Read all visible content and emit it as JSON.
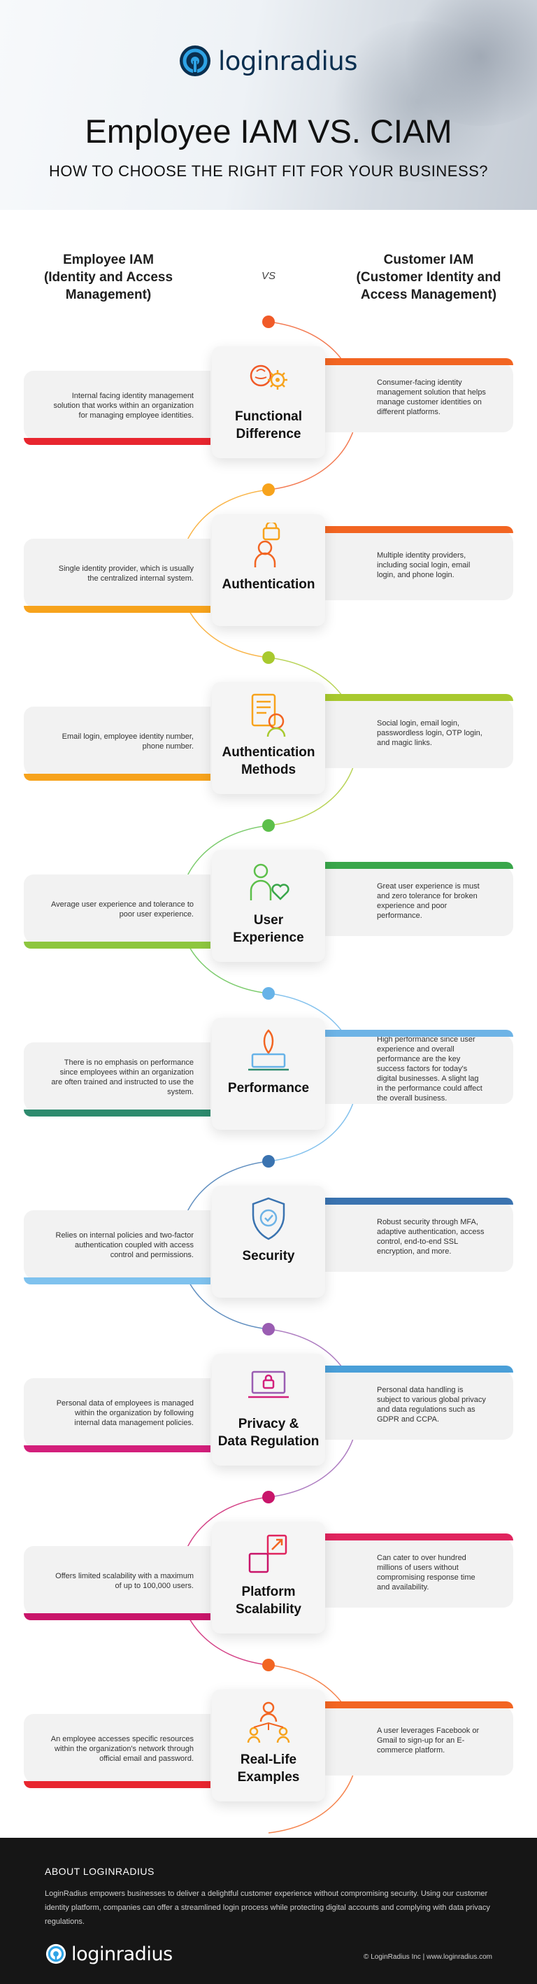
{
  "header": {
    "brand": "loginradius",
    "brand_mark": "loginradius-logo-icon",
    "title": "Employee IAM VS. CIAM",
    "subtitle": "HOW TO CHOOSE THE RIGHT FIT FOR YOUR BUSINESS?"
  },
  "columns": {
    "left": "Employee IAM\n(Identity and Access\nManagement)",
    "vs": "VS",
    "right": "Customer IAM\n(Customer Identity and\nAccess Management)"
  },
  "rows": [
    {
      "label": "Functional\nDifference",
      "icon": "gear-brain-icon",
      "color": "#f05a28",
      "left": "Internal facing identity management solution that works within an organization for managing employee identities.",
      "right": "Consumer-facing identity management solution that helps manage customer identities on different platforms.",
      "left_stripe": "#e8262f",
      "right_stripe": "#f26522"
    },
    {
      "label": "Authentication",
      "icon": "user-lock-icon",
      "color": "#f7a31c",
      "left": "Single identity provider, which is usually the centralized internal system.",
      "right": "Multiple identity providers, including social login, email login, and phone login.",
      "left_stripe": "#f7a31c",
      "right_stripe": "#f26522"
    },
    {
      "label": "Authentication\nMethods",
      "icon": "document-user-icon",
      "color": "#a8c92e",
      "left": "Email login, employee identity number, phone number.",
      "right": "Social login, email login, passwordless login, OTP login, and magic links.",
      "left_stripe": "#f7a31c",
      "right_stripe": "#a8c92e"
    },
    {
      "label": "User\nExperience",
      "icon": "user-heart-icon",
      "color": "#5cbf4a",
      "left": "Average user experience and tolerance to poor user experience.",
      "right": "Great user experience is must and zero tolerance for broken experience and poor performance.",
      "left_stripe": "#8dc63f",
      "right_stripe": "#39a64a"
    },
    {
      "label": "Performance",
      "icon": "rocket-laptop-icon",
      "color": "#67b3e8",
      "left": "There is no emphasis on performance since employees within an organization are often trained and instructed to use the system.",
      "right": "High performance since user experience and overall performance are the key success factors for today's digital businesses. A slight lag in the performance could affect the overall business.",
      "left_stripe": "#2e8b6e",
      "right_stripe": "#6db3e6"
    },
    {
      "label": "Security",
      "icon": "shield-check-icon",
      "color": "#3a73b0",
      "left": "Relies on internal policies and two-factor authentication coupled with access control and permissions.",
      "right": "Robust security through MFA, adaptive authentication, access control, end-to-end SSL encryption, and more.",
      "left_stripe": "#7fc2ee",
      "right_stripe": "#3a73b0"
    },
    {
      "label": "Privacy &\nData Regulation",
      "icon": "laptop-lock-icon",
      "color": "#9a5db2",
      "left": "Personal data of employees is managed within the organization by following internal data management policies.",
      "right": "Personal data handling is subject to various global privacy and data regulations such as GDPR and CCPA.",
      "left_stripe": "#d31f7b",
      "right_stripe": "#4a9fd8"
    },
    {
      "label": "Platform\nScalability",
      "icon": "expand-arrows-icon",
      "color": "#c9156a",
      "left": "Offers limited scalability with a maximum of up to 100,000 users.",
      "right": "Can cater to over hundred millions of users without compromising response time and availability.",
      "left_stripe": "#c9156a",
      "right_stripe": "#e0245e"
    },
    {
      "label": "Real-Life\nExamples",
      "icon": "network-users-icon",
      "color": "#f26522",
      "left": "An employee accesses specific resources within the organization's network through official email and password.",
      "right": "A user leverages Facebook or Gmail to sign-up for an E-commerce platform.",
      "left_stripe": "#e8262f",
      "right_stripe": "#f26522"
    }
  ],
  "footer": {
    "about_title": "ABOUT LOGINRADIUS",
    "about_text": "LoginRadius empowers businesses to deliver a delightful customer experience without compromising security. Using our customer identity platform, companies can offer a streamlined login process while protecting digital accounts and complying with data privacy regulations.",
    "brand": "loginradius",
    "copyright": "© LoginRadius Inc | www.loginradius.com"
  }
}
